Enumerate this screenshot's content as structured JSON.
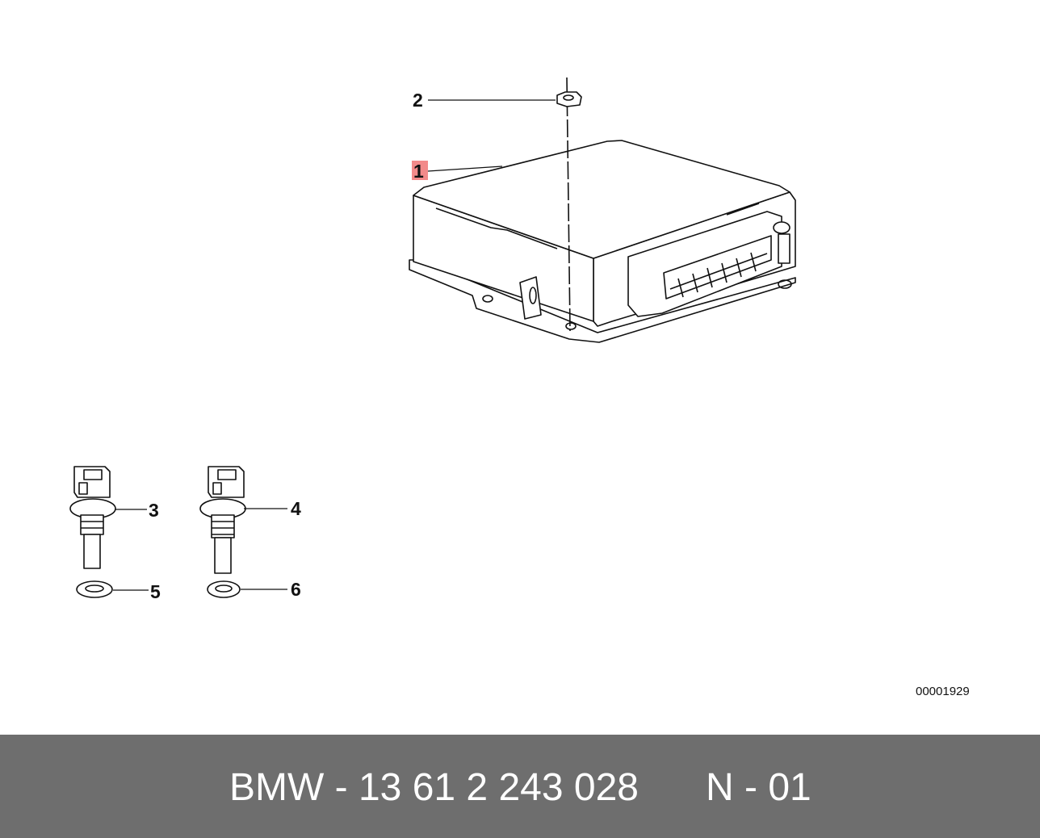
{
  "callouts": [
    {
      "number": "1",
      "highlighted": true
    },
    {
      "number": "2",
      "highlighted": false
    },
    {
      "number": "3",
      "highlighted": false
    },
    {
      "number": "4",
      "highlighted": false
    },
    {
      "number": "5",
      "highlighted": false
    },
    {
      "number": "6",
      "highlighted": false
    }
  ],
  "diagram_ref": "00001929",
  "footer": {
    "part_number": "BMW - 13 61 2 243 028",
    "position": "N - 01"
  },
  "colors": {
    "highlight": "#f28a8a",
    "footer_bg": "#6e6e6e",
    "footer_text": "#ffffff"
  }
}
